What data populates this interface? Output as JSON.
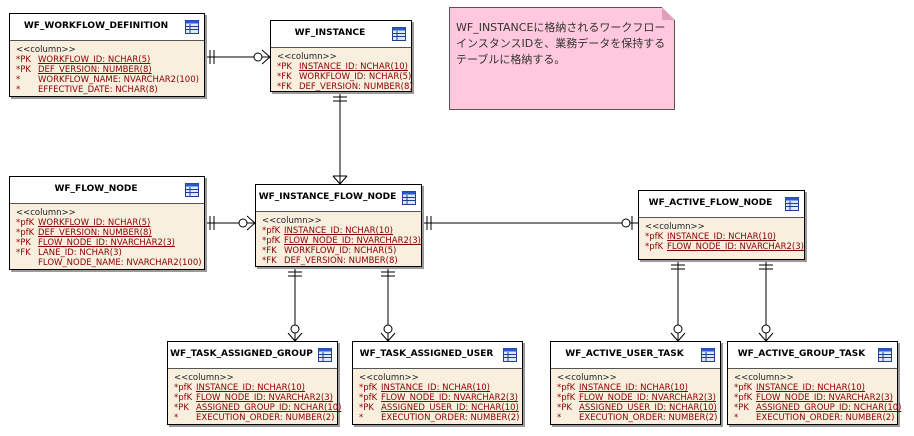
{
  "stereotype": "<<column>>",
  "entities": [
    {
      "id": "wf_workflow_definition",
      "name": "WF_WORKFLOW_DEFINITION",
      "rows": [
        {
          "key": "*PK",
          "col": "WORKFLOW_ID:  NCHAR(5)",
          "ul": true
        },
        {
          "key": "*PK",
          "col": "DEF_VERSION:  NUMBER(8)",
          "ul": true
        },
        {
          "key": "*",
          "col": "WORKFLOW_NAME:  NVARCHAR2(100)",
          "ul": false
        },
        {
          "key": "*",
          "col": "EFFECTIVE_DATE:  NCHAR(8)",
          "ul": false
        }
      ]
    },
    {
      "id": "wf_instance",
      "name": "WF_INSTANCE",
      "rows": [
        {
          "key": "*PK",
          "col": "INSTANCE_ID:  NCHAR(10)",
          "ul": true
        },
        {
          "key": "*FK",
          "col": "WORKFLOW_ID:  NCHAR(5)",
          "ul": false
        },
        {
          "key": "*FK",
          "col": "DEF_VERSION:  NUMBER(8)",
          "ul": false
        }
      ]
    },
    {
      "id": "wf_flow_node",
      "name": "WF_FLOW_NODE",
      "rows": [
        {
          "key": "*pfK",
          "col": "WORKFLOW_ID:  NCHAR(5)",
          "ul": true
        },
        {
          "key": "*pfK",
          "col": "DEF_VERSION:  NUMBER(8)",
          "ul": true
        },
        {
          "key": "*PK",
          "col": "FLOW_NODE_ID:  NVARCHAR2(3)",
          "ul": true
        },
        {
          "key": "*FK",
          "col": "LANE_ID:  NCHAR(3)",
          "ul": false
        },
        {
          "key": "",
          "col": "FLOW_NODE_NAME:  NVARCHAR2(100)",
          "ul": false
        }
      ]
    },
    {
      "id": "wf_instance_flow_node",
      "name": "WF_INSTANCE_FLOW_NODE",
      "rows": [
        {
          "key": "*pfK",
          "col": "INSTANCE_ID:  NCHAR(10)",
          "ul": true
        },
        {
          "key": "*pfK",
          "col": "FLOW_NODE_ID:  NVARCHAR2(3)",
          "ul": true
        },
        {
          "key": "*FK",
          "col": "WORKFLOW_ID:  NCHAR(5)",
          "ul": false
        },
        {
          "key": "*FK",
          "col": "DEF_VERSION:  NUMBER(8)",
          "ul": false
        }
      ]
    },
    {
      "id": "wf_active_flow_node",
      "name": "WF_ACTIVE_FLOW_NODE",
      "rows": [
        {
          "key": "*pfK",
          "col": "INSTANCE_ID:  NCHAR(10)",
          "ul": true
        },
        {
          "key": "*pfK",
          "col": "FLOW_NODE_ID:  NVARCHAR2(3)",
          "ul": true
        }
      ]
    },
    {
      "id": "wf_task_assigned_group",
      "name": "WF_TASK_ASSIGNED_GROUP",
      "rows": [
        {
          "key": "*pfK",
          "col": "INSTANCE_ID:  NCHAR(10)",
          "ul": true
        },
        {
          "key": "*pfK",
          "col": "FLOW_NODE_ID:  NVARCHAR2(3)",
          "ul": true
        },
        {
          "key": "*PK",
          "col": "ASSIGNED_GROUP_ID:  NCHAR(10)",
          "ul": true
        },
        {
          "key": "*",
          "col": "EXECUTION_ORDER:  NUMBER(2)",
          "ul": false
        }
      ]
    },
    {
      "id": "wf_task_assigned_user",
      "name": "WF_TASK_ASSIGNED_USER",
      "rows": [
        {
          "key": "*pfK",
          "col": "INSTANCE_ID:  NCHAR(10)",
          "ul": true
        },
        {
          "key": "*pfK",
          "col": "FLOW_NODE_ID:  NVARCHAR2(3)",
          "ul": true
        },
        {
          "key": "*PK",
          "col": "ASSIGNED_USER_ID:  NCHAR(10)",
          "ul": true
        },
        {
          "key": "*",
          "col": "EXECUTION_ORDER:  NUMBER(2)",
          "ul": false
        }
      ]
    },
    {
      "id": "wf_active_user_task",
      "name": "WF_ACTIVE_USER_TASK",
      "rows": [
        {
          "key": "*pfK",
          "col": "INSTANCE_ID:  NCHAR(10)",
          "ul": true
        },
        {
          "key": "*pfK",
          "col": "FLOW_NODE_ID:  NVARCHAR2(3)",
          "ul": true
        },
        {
          "key": "*PK",
          "col": "ASSIGNED_USER_ID:  NCHAR(10)",
          "ul": true
        },
        {
          "key": "*",
          "col": "EXECUTION_ORDER:  NUMBER(2)",
          "ul": false
        }
      ]
    },
    {
      "id": "wf_active_group_task",
      "name": "WF_ACTIVE_GROUP_TASK",
      "rows": [
        {
          "key": "*pfK",
          "col": "INSTANCE_ID:  NCHAR(10)",
          "ul": true
        },
        {
          "key": "*pfK",
          "col": "FLOW_NODE_ID:  NVARCHAR2(3)",
          "ul": true
        },
        {
          "key": "*PK",
          "col": "ASSIGNED_GROUP_ID:  NCHAR(10)",
          "ul": true
        },
        {
          "key": "*",
          "col": "EXECUTION_ORDER:  NUMBER(2)",
          "ul": false
        }
      ]
    }
  ],
  "note": {
    "lines": [
      "WF_INSTANCEに格納されるワークフロー",
      "インスタンスIDを、業務データを保持する",
      "テーブルに格納する。"
    ]
  },
  "relationships": [
    {
      "from": "wf_workflow_definition",
      "to": "wf_instance",
      "from_end": "one",
      "to_end": "zero-or-many"
    },
    {
      "from": "wf_instance",
      "to": "wf_instance_flow_node",
      "from_end": "one",
      "to_end": "one-or-many"
    },
    {
      "from": "wf_flow_node",
      "to": "wf_instance_flow_node",
      "from_end": "one",
      "to_end": "zero-or-many"
    },
    {
      "from": "wf_instance_flow_node",
      "to": "wf_active_flow_node",
      "from_end": "one",
      "to_end": "zero-or-one"
    },
    {
      "from": "wf_instance_flow_node",
      "to": "wf_task_assigned_group",
      "from_end": "one",
      "to_end": "zero-or-many"
    },
    {
      "from": "wf_instance_flow_node",
      "to": "wf_task_assigned_user",
      "from_end": "one",
      "to_end": "zero-or-many"
    },
    {
      "from": "wf_active_flow_node",
      "to": "wf_active_user_task",
      "from_end": "one",
      "to_end": "zero-or-many"
    },
    {
      "from": "wf_active_flow_node",
      "to": "wf_active_group_task",
      "from_end": "one",
      "to_end": "zero-or-many"
    }
  ],
  "colors": {
    "entity_bg": "#f8efdf",
    "row_text": "#8b0000",
    "note_bg": "#ffc8dc"
  }
}
